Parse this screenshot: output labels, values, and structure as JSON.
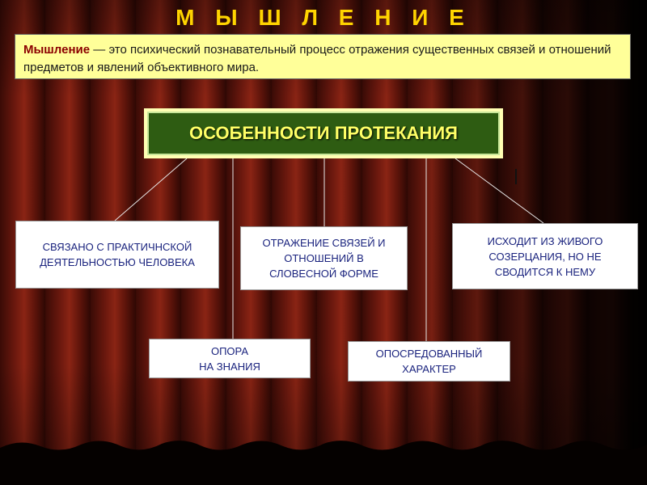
{
  "slide": {
    "title": "М Ы Ш Л Е Н И Е",
    "definition": {
      "term": "Мышление",
      "text": " — это психический познавательный процесс отражения существенных связей и отношений предметов и явлений объективного мира."
    },
    "center": "ОСОБЕННОСТИ ПРОТЕКАНИЯ",
    "features": [
      "СВЯЗАНО С ПРАКТИЧНСКОЙ\nДЕЯТЕЛЬНОСТЬЮ ЧЕЛОВЕКА",
      "ОТРАЖЕНИЕ СВЯЗЕЙ И\nОТНОШЕНИЙ В\nСЛОВЕСНОЙ ФОРМЕ",
      "ИСХОДИТ ИЗ ЖИВОГО\nСОЗЕРЦАНИЯ, НО НЕ\nСВОДИТСЯ К НЕМУ",
      "ОПОРА\nНА ЗНАНИЯ",
      "ОПОСРЕДОВАННЫЙ\nХАРАКТЕР"
    ]
  }
}
